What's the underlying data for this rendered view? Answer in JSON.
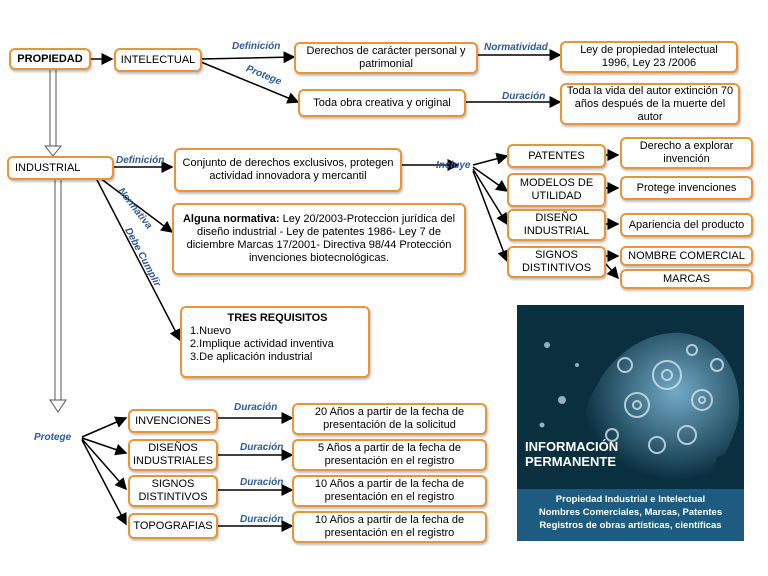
{
  "root": "PROPIEDAD",
  "intelectual": {
    "label": "INTELECTUAL",
    "edge_definicion": "Definición",
    "definicion": "Derechos de carácter personal y patrimonial",
    "edge_normatividad": "Normatividad",
    "normatividad": "Ley de propiedad intelectual 1996, Ley 23 /2006",
    "edge_protege": "Protege",
    "protege": "Toda obra creativa y original",
    "edge_duracion": "Duración",
    "duracion": "Toda la vida del autor extinción 70 años después de la muerte del autor"
  },
  "industrial": {
    "label": "INDUSTRIAL",
    "edge_definicion": "Definición",
    "definicion": "Conjunto de derechos exclusivos, protegen actividad innovadora y mercantil",
    "edge_incluye": "Incluye",
    "edge_normativa": "Normativa",
    "normativa_lead": "Alguna normativa:",
    "normativa": " Ley 20/2003-Proteccion jurídica del diseño industrial  -  Ley de patentes 1986- Ley 7 de diciembre Marcas 17/2001- Directiva 98/44 Protección invenciones biotecnológicas.",
    "edge_debe_cumplir": "Debe Cumplir",
    "requisitos_title": "TRES  REQUISITOS",
    "requisitos": [
      "1.Nuevo",
      "2.Implique actividad inventiva",
      "3.De aplicación industrial"
    ],
    "incluye": [
      {
        "label": "PATENTES",
        "detail": "Derecho a explorar invención"
      },
      {
        "label": "MODELOS DE UTILIDAD",
        "detail": "Protege invenciones"
      },
      {
        "label": "DISEÑO INDUSTRIAL",
        "detail": "Apariencia del producto"
      },
      {
        "label": "SIGNOS DISTINTIVOS",
        "detail": "NOMBRE COMERCIAL",
        "detail2": "MARCAS"
      }
    ]
  },
  "protege": {
    "edge": "Protege",
    "items": [
      {
        "label": "INVENCIONES",
        "edge": "Duración",
        "duracion": "20 Años a partir de la fecha de presentación de la solicitud"
      },
      {
        "label": "DISEÑOS INDUSTRIALES",
        "edge": "Duración",
        "duracion": "5 Años a partir de la fecha de presentación  en el registro"
      },
      {
        "label": "SIGNOS DISTINTIVOS",
        "edge": "Duración",
        "duracion": "10 Años a partir de la fecha de presentación  en el registro"
      },
      {
        "label": "TOPOGRAFIAS",
        "edge": "Duración",
        "duracion": "10 Años a partir de la fecha de presentación  en el registro"
      }
    ]
  },
  "image_panel": {
    "title_line1": "INFORMACIÓN",
    "title_line2": "PERMANENTE",
    "caption": [
      "Propiedad Industrial e Intelectual",
      "Nombres Comerciales, Marcas, Patentes",
      "Registros de obras artísticas, científicas"
    ]
  }
}
